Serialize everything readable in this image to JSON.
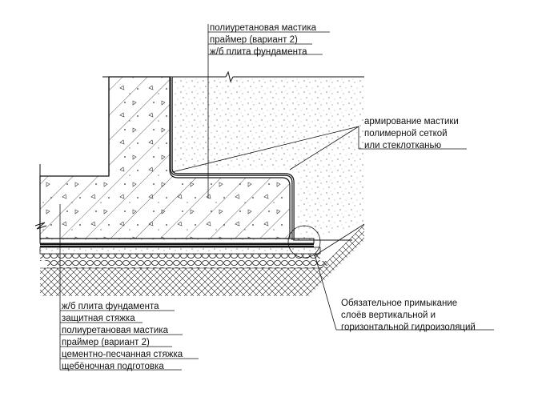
{
  "labels": {
    "top": [
      "полиуретановая мастика",
      "праймер (вариант 2)",
      "ж/б плита фундамента"
    ],
    "right": [
      "армирование мастики",
      "полимерной сеткой",
      "или стеклотканью"
    ],
    "bottom_left": [
      "ж/б плита фундамента",
      "защитная стяжка",
      "полиуретановая мастика",
      "праймер (вариант 2)",
      "цементно-песчанная стяжка",
      "щебёночная подготовка"
    ],
    "bottom_right": [
      "Обязательное примыкание",
      "слоёв вертикальной и",
      "горизонтальной гидроизоляций"
    ]
  },
  "colors": {
    "line": "#111111",
    "membrane": "#1a1a1a",
    "background": "#ffffff"
  }
}
